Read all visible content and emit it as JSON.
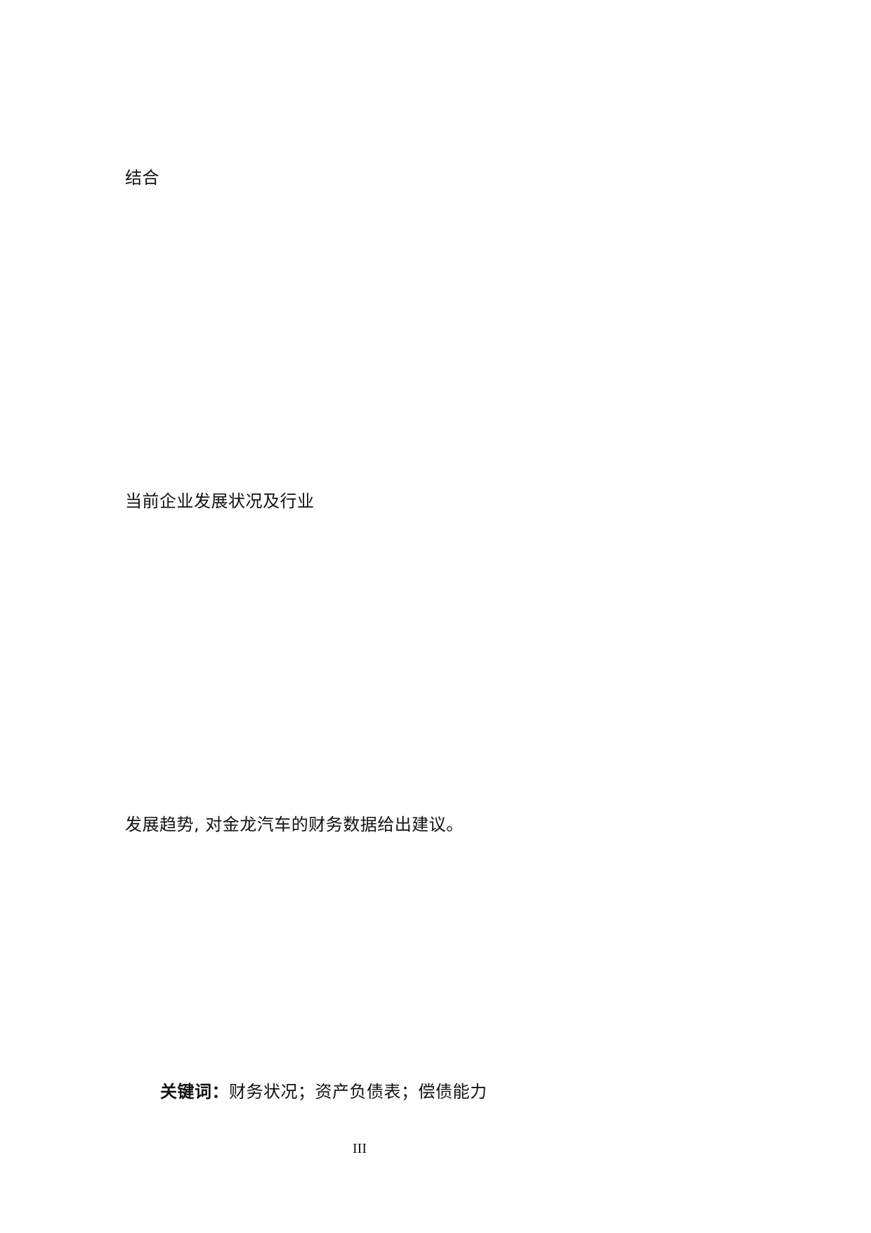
{
  "document": {
    "paragraph_lines": [
      "结合",
      "当前企业发展状况及行业",
      "发展趋势, 对金龙汽车的财务数据给出建议。"
    ],
    "keywords": {
      "label": "关键词：",
      "value": "财务状况；资产负债表；偿债能力"
    },
    "page_number": "III"
  }
}
